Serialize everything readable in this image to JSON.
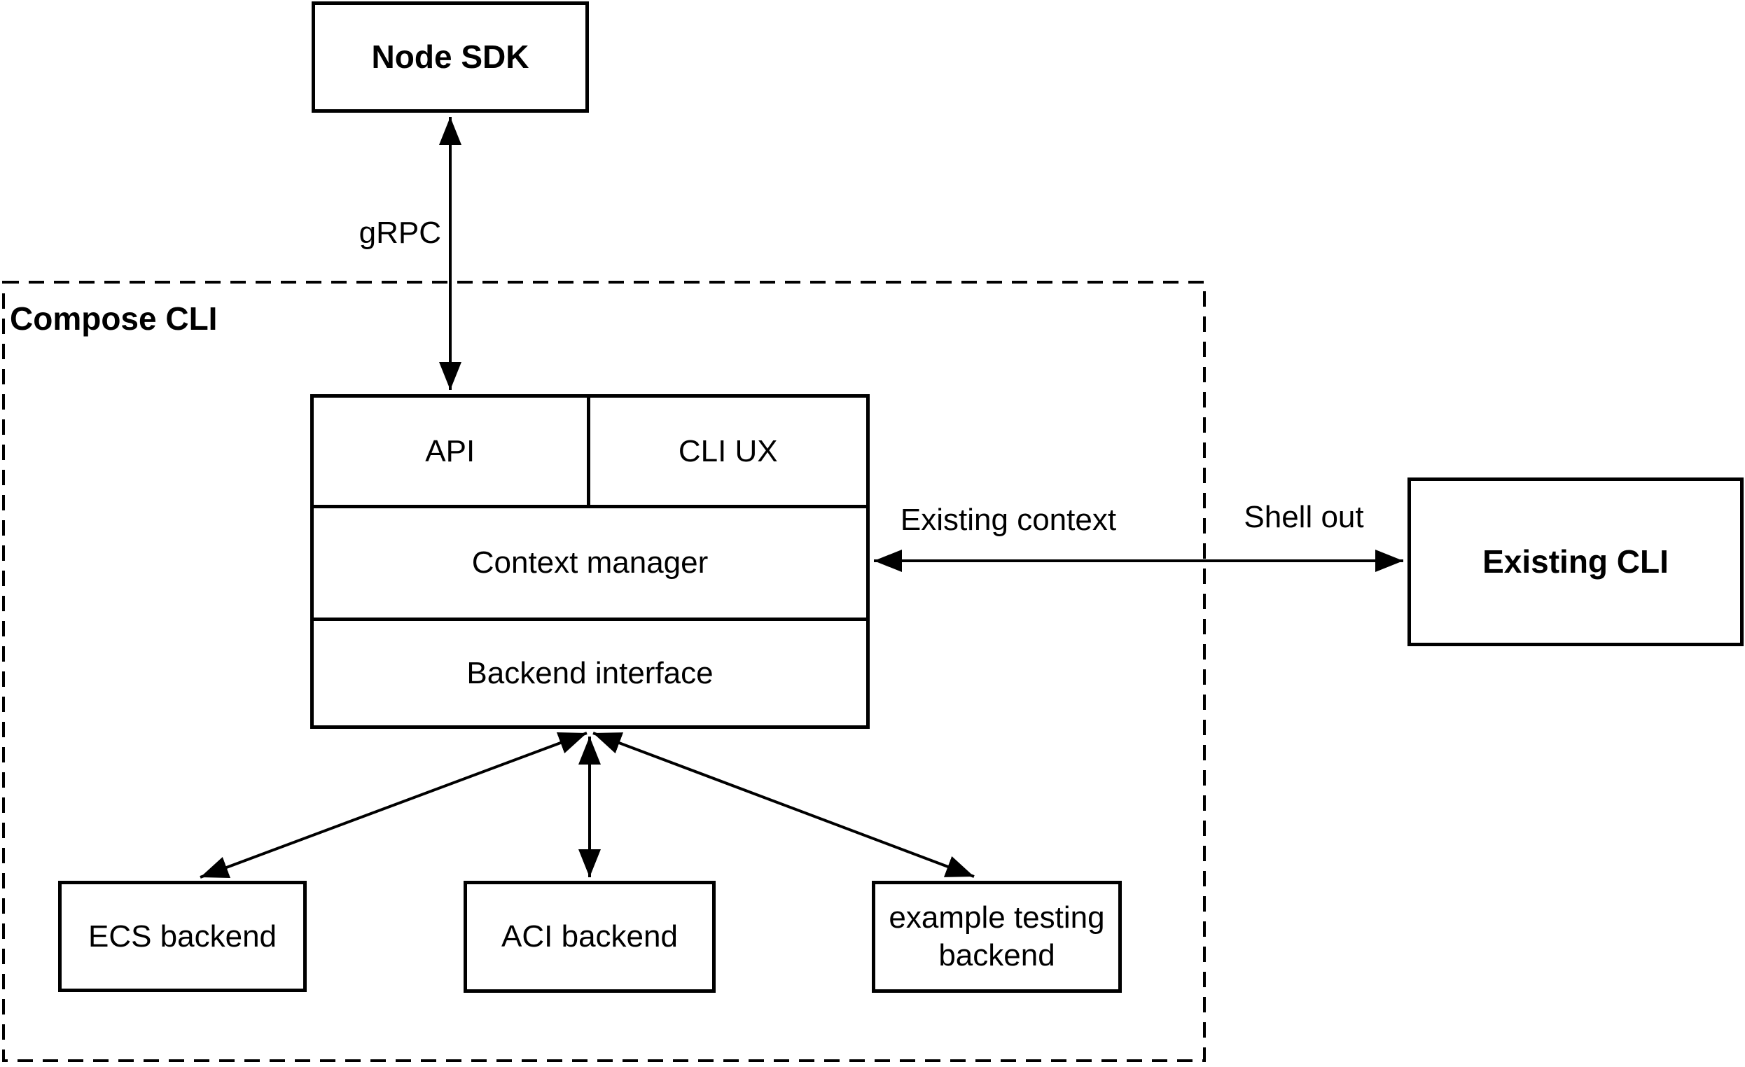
{
  "diagram": {
    "container_label": "Compose CLI",
    "nodes": {
      "node_sdk": "Node SDK",
      "api": "API",
      "cli_ux": "CLI UX",
      "context_manager": "Context manager",
      "backend_interface": "Backend interface",
      "existing_cli": "Existing CLI",
      "ecs_backend": "ECS backend",
      "aci_backend": "ACI backend",
      "example_testing_backend": "example testing backend"
    },
    "edge_labels": {
      "grpc": "gRPC",
      "existing_context": "Existing context",
      "shell_out": "Shell out"
    },
    "colors": {
      "stroke": "#000000",
      "background": "#ffffff",
      "text": "#000000"
    }
  }
}
